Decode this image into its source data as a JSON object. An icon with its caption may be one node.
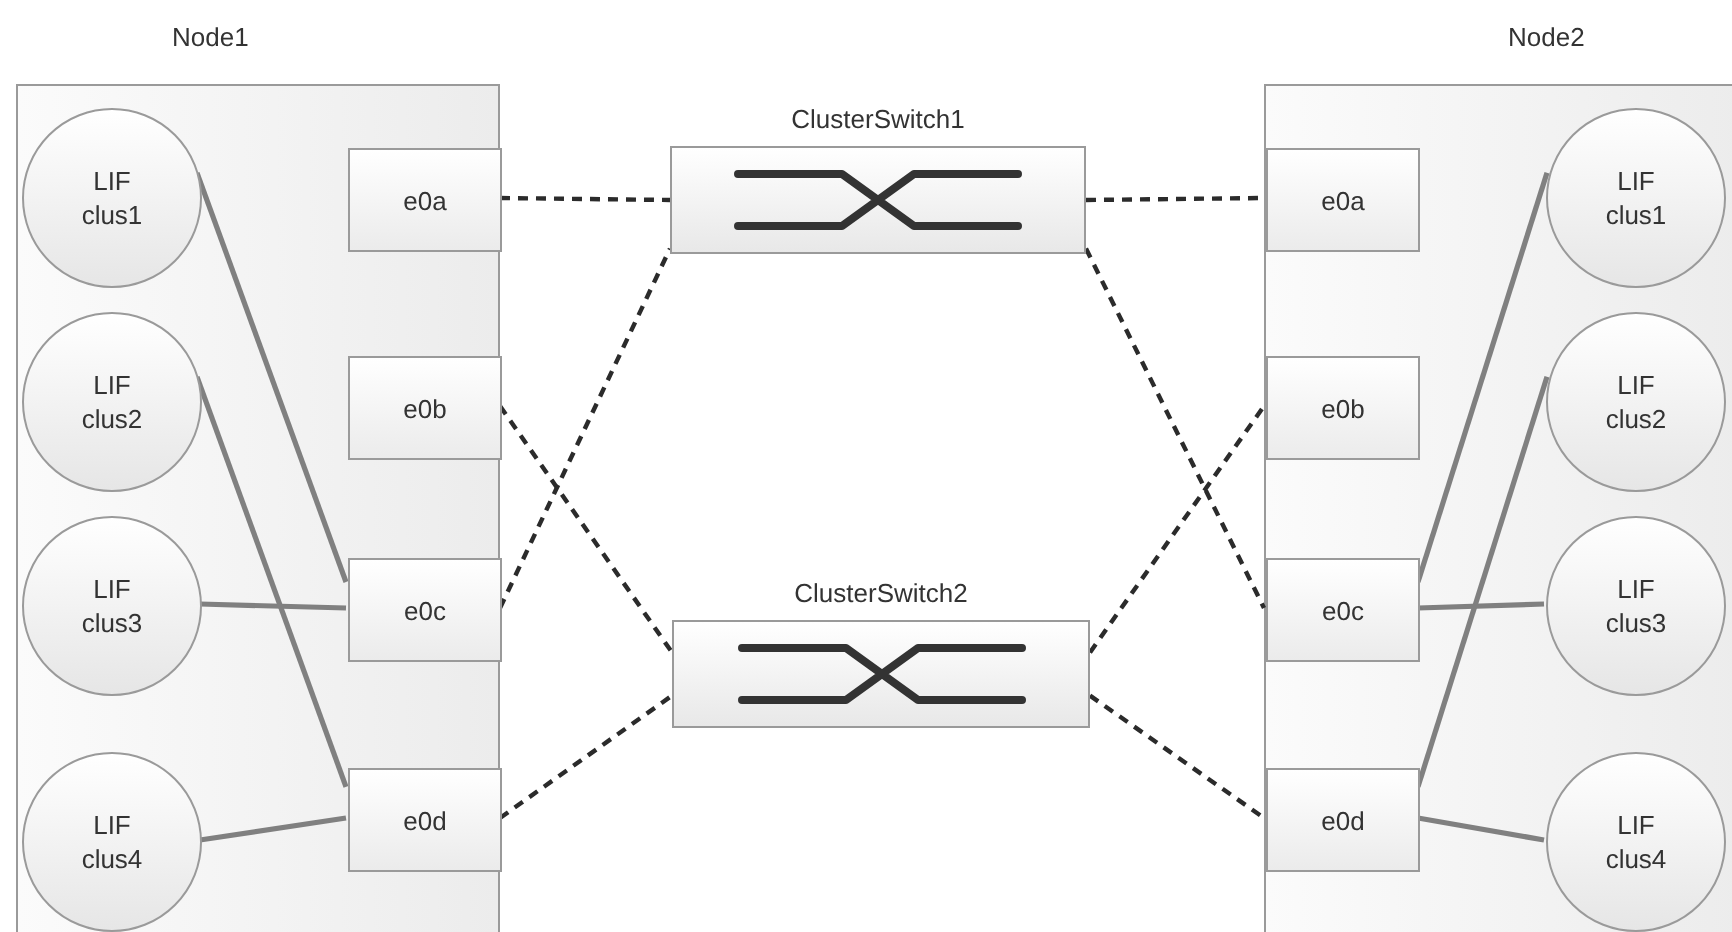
{
  "diagram": {
    "nodes": [
      {
        "text": [
          "Node1"
        ]
      },
      {
        "text": [
          "LIF clus1"
        ],
        "in": 0
      },
      {
        "text": [
          "LIF clus2"
        ],
        "in": 0
      },
      {
        "text": [
          "LIF clus3"
        ],
        "in": 0
      },
      {
        "text": [
          "LIF clus4"
        ],
        "in": 0
      },
      {
        "text": [
          "e0a"
        ],
        "in": 0
      },
      {
        "text": [
          "e0b"
        ],
        "in": 0
      },
      {
        "text": [
          "e0c"
        ],
        "in": 0
      },
      {
        "text": [
          "e0d"
        ],
        "in": 0
      },
      {
        "text": [
          "ClusterSwitch1"
        ]
      },
      {
        "text": [
          "ClusterSwitch2"
        ]
      },
      {
        "text": [
          "Node2"
        ]
      },
      {
        "text": [
          "e0a"
        ],
        "in": 11
      },
      {
        "text": [
          "e0b"
        ],
        "in": 11
      },
      {
        "text": [
          "e0c"
        ],
        "in": 11
      },
      {
        "text": [
          "e0d"
        ],
        "in": 11
      },
      {
        "text": [
          "LIF clus1"
        ],
        "in": 11
      },
      {
        "text": [
          "LIF clus2"
        ],
        "in": 11
      },
      {
        "text": [
          "LIF clus3"
        ],
        "in": 11
      },
      {
        "text": [
          "LIF clus4"
        ],
        "in": 11
      }
    ],
    "edges": [
      {
        "from": 1,
        "to": 7,
        "arrow": "none"
      },
      {
        "from": 2,
        "to": 8,
        "arrow": "none"
      },
      {
        "from": 3,
        "to": 7,
        "arrow": "none"
      },
      {
        "from": 4,
        "to": 8,
        "arrow": "none"
      },
      {
        "from": 5,
        "to": 9,
        "arrow": "none",
        "style": "dashed"
      },
      {
        "from": 6,
        "to": 10,
        "arrow": "none",
        "style": "dashed"
      },
      {
        "from": 7,
        "to": 9,
        "arrow": "none",
        "style": "dashed"
      },
      {
        "from": 8,
        "to": 10,
        "arrow": "none",
        "style": "dashed"
      },
      {
        "from": 9,
        "to": 12,
        "arrow": "none",
        "style": "dashed"
      },
      {
        "from": 10,
        "to": 13,
        "arrow": "none",
        "style": "dashed"
      },
      {
        "from": 9,
        "to": 14,
        "arrow": "none",
        "style": "dashed"
      },
      {
        "from": 10,
        "to": 15,
        "arrow": "none",
        "style": "dashed"
      },
      {
        "from": 14,
        "to": 16,
        "arrow": "none"
      },
      {
        "from": 15,
        "to": 17,
        "arrow": "none"
      },
      {
        "from": 14,
        "to": 18,
        "arrow": "none"
      },
      {
        "from": 15,
        "to": 19,
        "arrow": "none"
      }
    ]
  }
}
